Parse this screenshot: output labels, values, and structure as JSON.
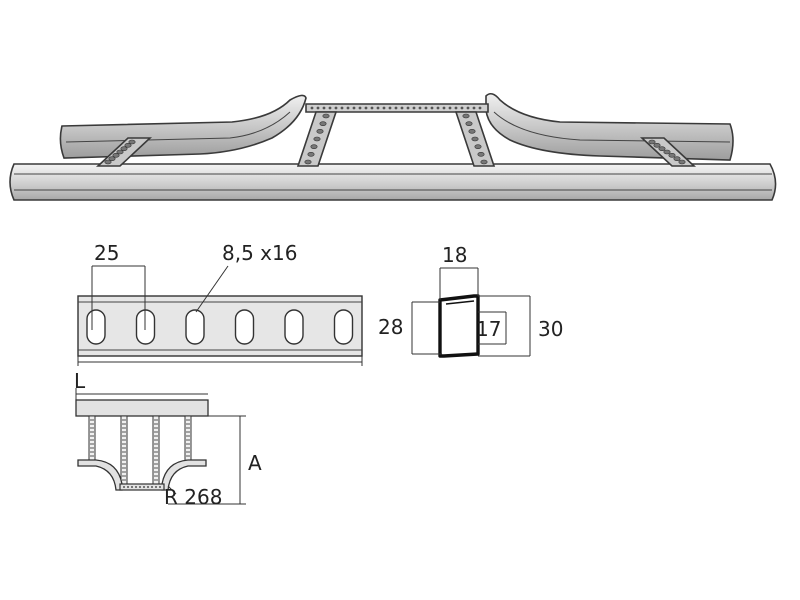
{
  "labels": {
    "hole_pitch": "25",
    "slot_size": "8,5 x16",
    "rung_width": "18",
    "rung_height": "28",
    "inner_height": "17",
    "outer_height": "30",
    "length": "L",
    "arm": "A",
    "radius": "R 268"
  },
  "colors": {
    "rail_fill": "#d9d9d9",
    "rail_highlight": "#f2f2f2",
    "rail_shadow": "#a9a9a9",
    "outline": "#3a3a3a"
  },
  "slot_count": 6,
  "rungs_in_plan": 4
}
